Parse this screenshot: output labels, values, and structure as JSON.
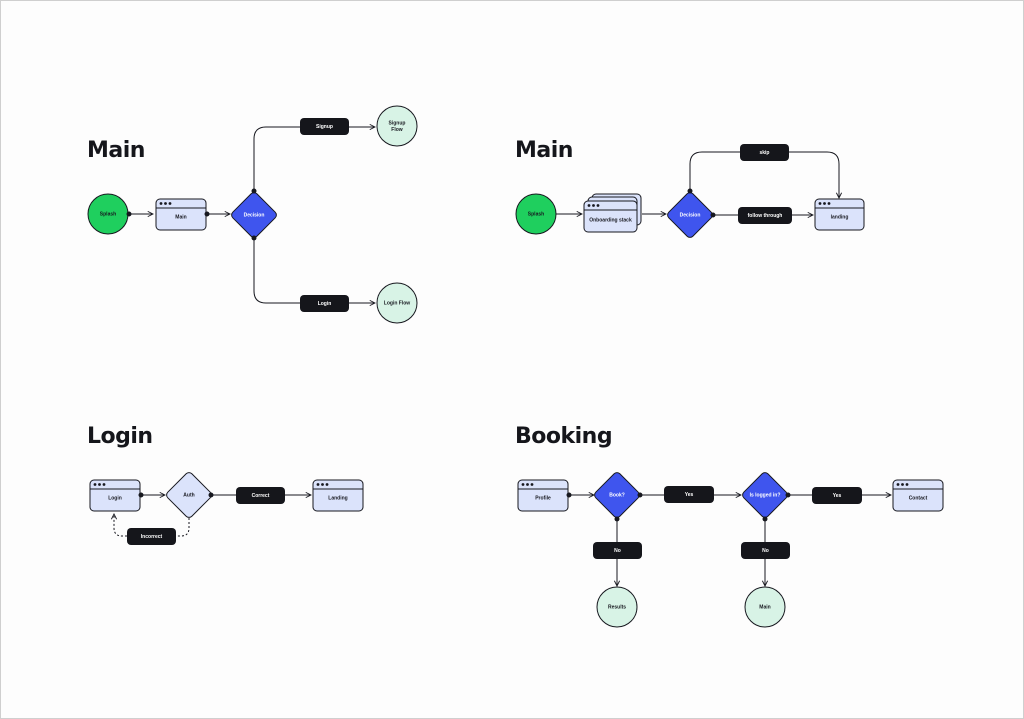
{
  "flows": {
    "main1": {
      "title": "Main",
      "splash": "Splash",
      "main": "Main",
      "decision": "Decision",
      "signup": "Signup",
      "signup_flow_line1": "Signup",
      "signup_flow_line2": "Flow",
      "login": "Login",
      "login_flow": "Login Flow"
    },
    "main2": {
      "title": "Main",
      "splash": "Splash",
      "onboarding": "Onboarding stack",
      "decision": "Decision",
      "skip": "skip",
      "follow": "follow through",
      "landing": "landing"
    },
    "login": {
      "title": "Login",
      "login": "Login",
      "auth": "Auth",
      "correct": "Correct",
      "landing": "Landing",
      "incorrect": "Incorrect"
    },
    "booking": {
      "title": "Booking",
      "profile": "Profile",
      "book": "Book?",
      "yes1": "Yes",
      "logged": "Is logged in?",
      "yes2": "Yes",
      "contact": "Contact",
      "no1": "No",
      "results": "Results",
      "no2": "No",
      "main": "Main"
    }
  },
  "colors": {
    "screen_fill": "#dbe3fb",
    "decision_fill": "#3f55ee",
    "start_fill": "#1fcf5e",
    "end_fill": "#d8f3e6",
    "label_fill": "#15161b"
  }
}
